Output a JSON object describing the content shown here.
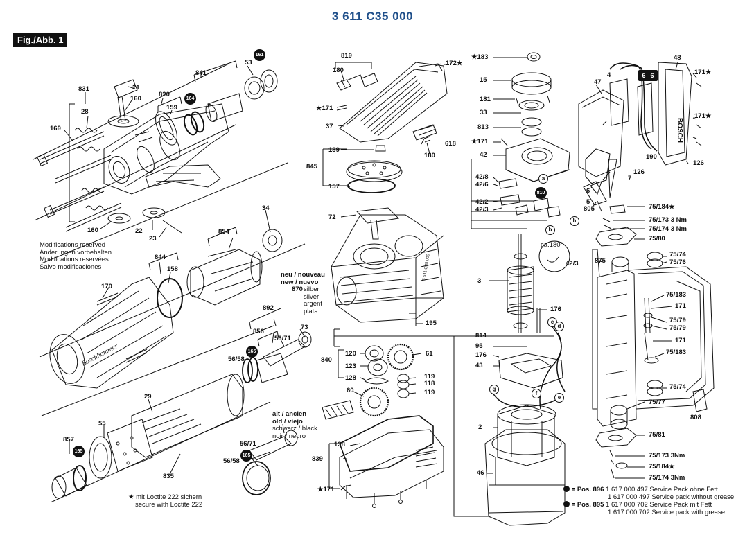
{
  "header": {
    "part_number": "3 611 C35 000",
    "figure_label": "Fig./Abb. 1"
  },
  "notes": {
    "modifications": [
      "Modifications reserved",
      "Änderungen vorbehalten",
      "Modifications reservées",
      "Salvo modificaciones"
    ],
    "loctite": [
      "★ mit Loctite 222 sichern",
      "secure with Loctite 222"
    ],
    "new_parts": [
      "neu / nouveau",
      "new / nuevo"
    ],
    "new_colors": [
      "silber",
      "silver",
      "argent",
      "plata"
    ],
    "old_parts": [
      "alt / ancien",
      "old / viejo"
    ],
    "old_colors": [
      "schwarz / black",
      "noir / negro"
    ],
    "service_packs": [
      {
        "ref": "= Pos. 896",
        "lines": [
          "1 617 000 497 Service Pack ohne Fett",
          "1 617 000 497 Service pack without grease"
        ]
      },
      {
        "ref": "= Pos. 895",
        "lines": [
          "1 617 000 702 Service Pack mit Fett",
          "1 617 000 702 Service pack with grease"
        ]
      }
    ],
    "ca180": "ca.180°"
  },
  "badges": [
    "161",
    "164",
    "165",
    "165",
    "165",
    "810"
  ],
  "markers": [
    "a",
    "b",
    "c",
    "d",
    "e",
    "f",
    "g",
    "h"
  ],
  "squares": [
    "6",
    "6"
  ],
  "labels": [
    "831",
    "28",
    "21",
    "160",
    "820",
    "159",
    "841",
    "53",
    "169",
    "160",
    "22",
    "23",
    "34",
    "854",
    "844",
    "158",
    "170",
    "892",
    "856",
    "56/71",
    "73",
    "56/58",
    "29",
    "55",
    "857",
    "835",
    "56/71",
    "56/58",
    "870",
    "819",
    "180",
    "172★",
    "★171",
    "37",
    "139",
    "845",
    "157",
    "618",
    "180",
    "72",
    "3",
    "195",
    "814",
    "840",
    "120",
    "123",
    "128",
    "61",
    "119",
    "118",
    "119",
    "60",
    "138",
    "839",
    "★171",
    "★183",
    "15",
    "181",
    "33",
    "813",
    "★171",
    "42",
    "42/8",
    "42/6",
    "42/2",
    "42/3",
    "176",
    "95",
    "176",
    "43",
    "2",
    "46",
    "48",
    "4",
    "47",
    "171★",
    "171★",
    "126",
    "190",
    "126",
    "6",
    "7",
    "5",
    "805",
    "75/184★",
    "75/173  3 Nm",
    "75/174  3 Nm",
    "75/80",
    "875",
    "75/74",
    "75/76",
    "75/183",
    "171",
    "75/79",
    "75/79",
    "171",
    "75/183",
    "75/74",
    "75/77",
    "808",
    "75/81",
    "75/173  3Nm",
    "75/184★",
    "75/174  3Nm",
    "42/3"
  ]
}
